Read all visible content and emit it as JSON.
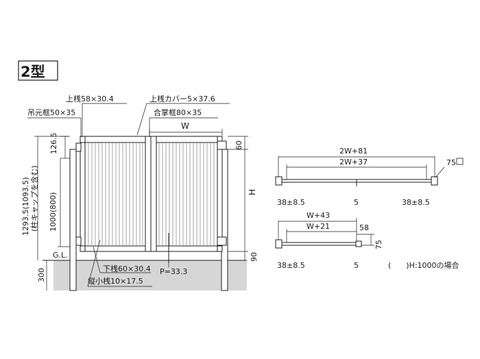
{
  "title": "2型",
  "labels": {
    "top_rail": "上桟58×30.4",
    "top_rail_cover": "上桟カバー5×37.6",
    "hinge_frame": "吊元框50×35",
    "meeting_frame": "合掌框80×35",
    "width": "W",
    "dim_126_5": "126.5",
    "dim_60": "60",
    "height": "H",
    "overall_height": "1293.5(1093.5)",
    "overall_height_note": "(柱キャップを含む)",
    "dim_1000": "1000(800)",
    "ground_level": "G.L.",
    "dim_300": "300",
    "dim_90": "90",
    "bottom_rail": "下桟60×30.4",
    "pitch": "P=33.3",
    "vertical_slat": "縦小桟10×17.5"
  },
  "top_view": {
    "outer_width": "2W+81",
    "inner_width": "2W+37",
    "post_size": "75",
    "left_offset": "38±8.5",
    "center_gap": "5",
    "right_offset": "38±8.5"
  },
  "side_view": {
    "outer_width": "W+43",
    "inner_width": "W+21",
    "dim_58": "58",
    "dim_75": "75",
    "left_offset": "38±8.5",
    "gap": "5",
    "note": "(　　)H:1000の場合"
  },
  "colors": {
    "line": "#1a1a1a",
    "ground": "#d6d6d6",
    "slat": "#6a6a6a"
  }
}
